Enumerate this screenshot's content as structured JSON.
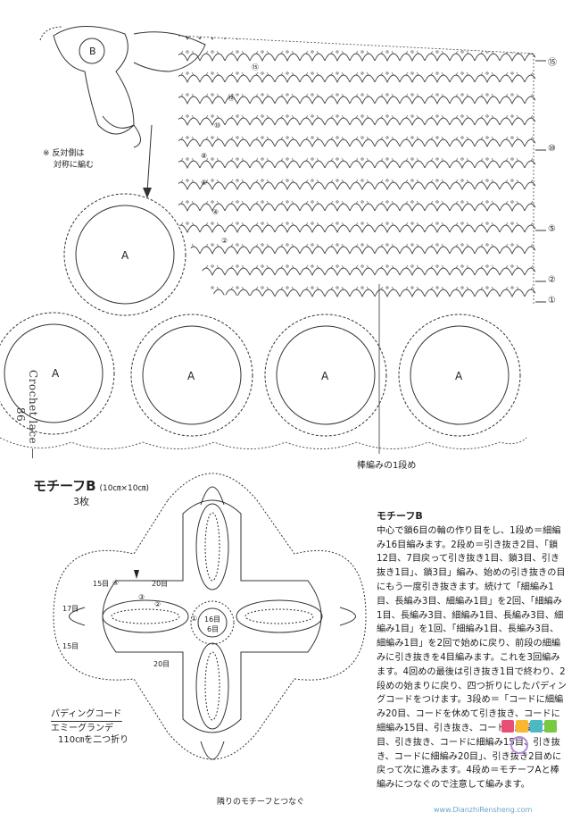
{
  "side_title": "Crochet lace — 86",
  "top_diagram": {
    "motif_b_label": "B",
    "motif_a_label": "A",
    "note_line1": "※ 反対側は",
    "note_line2": "対称に編む",
    "row_markers_right": [
      "⑮",
      "⑩",
      "⑤",
      "②",
      "①"
    ],
    "row_markers_left": [
      "⑮",
      "⑫",
      "⑩",
      "⑧",
      "⑥",
      "④",
      "②"
    ],
    "bottom_label": "棒編みの1段め"
  },
  "motif": {
    "title": "モチーフB",
    "size": "(10㎝×10㎝)",
    "count": "3枚",
    "center_label1": "16目",
    "center_label2": "6目",
    "stitch_labels": [
      "20目",
      "15目",
      "17目",
      "15目",
      "20目"
    ],
    "round_marks": [
      "④",
      "③",
      "②",
      "①"
    ],
    "pad_note_line1": "パディングコード",
    "pad_note_line2": "エミーグランデ",
    "pad_note_line3": "110㎝を二つ折り",
    "join_label": "隣りのモチーフとつなぐ"
  },
  "instructions": {
    "title": "モチーフB",
    "body": "中心で鎖6目の輪の作り目をし、1段め＝細編み16目編みます。2段め＝引き抜き2目、「鎖12目、7目戻って引き抜き1目、鎖3目、引き抜き1目」、鎖3目」編み、始めの引き抜きの目にもう一度引き抜きます。続けて「細編み1目、長編み3目、細編み1目」を2回、「細編み1目、長編み3目、細編み1目、長編み3目、細編み1目」を1回、「細編み1目、長編み3目、細編み1目」を2回で始めに戻り、前段の細編みに引き抜きを4目編みます。これを3回編みます。4回めの最後は引き抜き1目で終わり、2段めの始まりに戻り、四つ折りにしたパディングコードをつけます。3段め＝「コードに細編み20目、コードを休めて引き抜き、コードに細編み15目、引き抜き、コードに細編み17目、引き抜き、コードに細編み15目、引き抜き、コードに細編み20目」、引き抜き2目めに戻って次に進みます。4段め＝モチーフAと棒編みにつなぐので注意して編みます。"
  },
  "watermark": {
    "url": "www.DianzhiRensheng.com",
    "colors": [
      "#e94e77",
      "#f7b733",
      "#4cb8c4",
      "#7ac943"
    ]
  }
}
